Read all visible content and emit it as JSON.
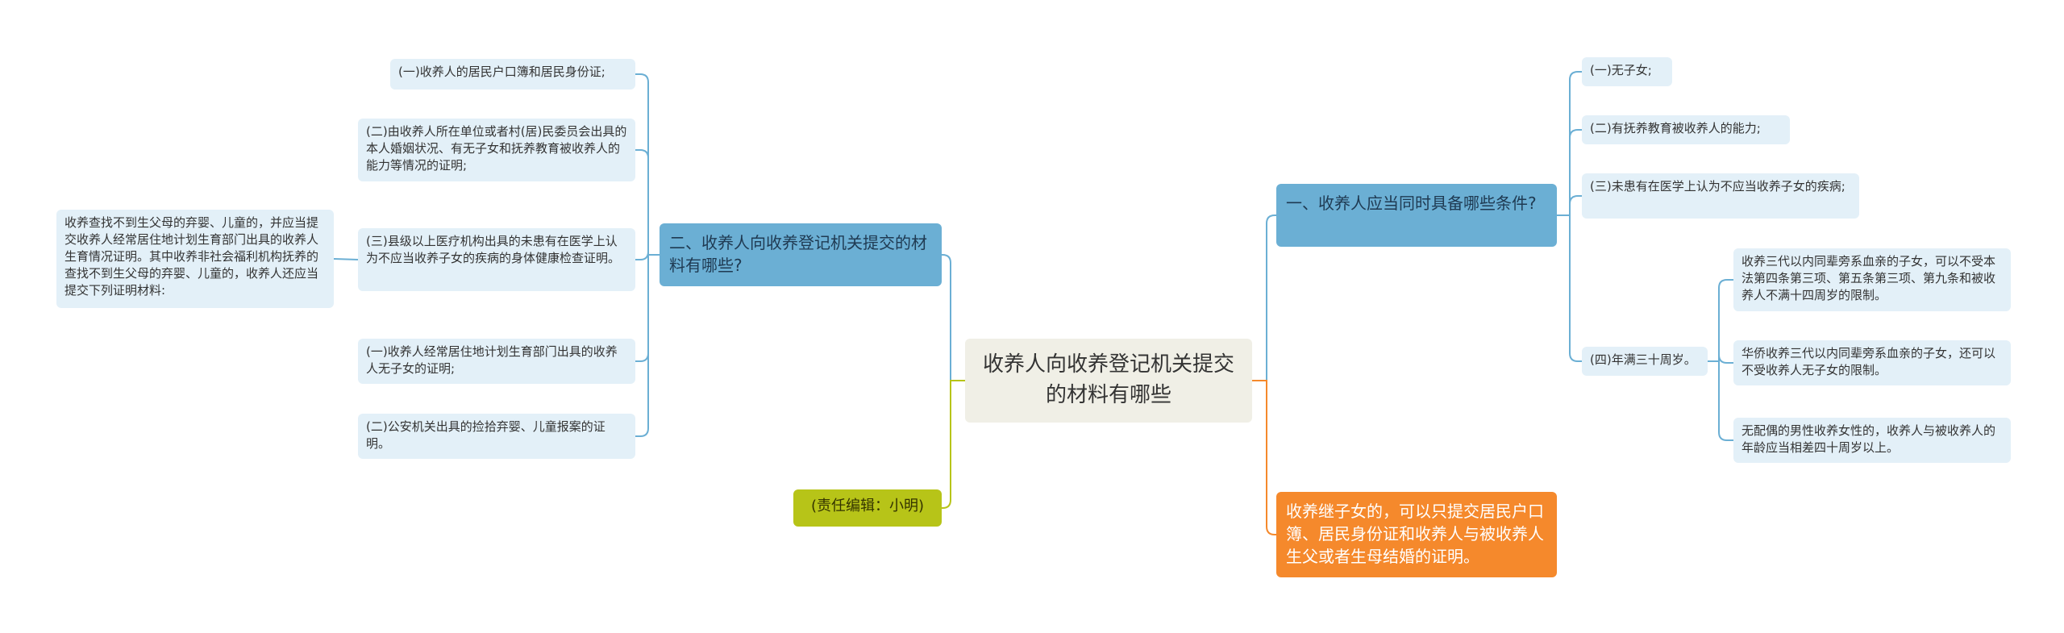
{
  "colors": {
    "blue_branch": "#6bafd4",
    "leaf": "#e3f0f8",
    "orange": "#f5892c",
    "olive": "#b7c418",
    "root": "#f0efe6",
    "line_blue": "#6bafd4",
    "line_orange": "#f5892c",
    "line_olive": "#b7c418"
  },
  "root": {
    "title": "收养人向收养登记机关提交的材料有哪些"
  },
  "left": {
    "branch": {
      "label": "二、收养人向收养登记机关提交的材料有哪些?"
    },
    "items": [
      "(一)收养人的居民户口簿和居民身份证;",
      "(二)由收养人所在单位或者村(居)民委员会出具的本人婚姻状况、有无子女和抚养教育被收养人的能力等情况的证明;",
      "(三)县级以上医疗机构出具的未患有在医学上认为不应当收养子女的疾病的身体健康检查证明。",
      "(一)收养人经常居住地计划生育部门出具的收养人无子女的证明;",
      "(二)公安机关出具的捡拾弃婴、儿童报案的证明。"
    ],
    "note": "收养查找不到生父母的弃婴、儿童的，并应当提交收养人经常居住地计划生育部门出具的收养人生育情况证明。其中收养非社会福利机构抚养的查找不到生父母的弃婴、儿童的，收养人还应当提交下列证明材料:",
    "editor": "(责任编辑：小明)"
  },
  "right": {
    "branch": {
      "label": "一、收养人应当同时具备哪些条件?"
    },
    "items": [
      "(一)无子女;",
      "(二)有抚养教育被收养人的能力;",
      "(三)未患有在医学上认为不应当收养子女的疾病;",
      "(四)年满三十周岁。"
    ],
    "sub_items": [
      "收养三代以内同辈旁系血亲的子女，可以不受本法第四条第三项、第五条第三项、第九条和被收养人不满十四周岁的限制。",
      "华侨收养三代以内同辈旁系血亲的子女，还可以不受收养人无子女的限制。",
      "无配偶的男性收养女性的，收养人与被收养人的年龄应当相差四十周岁以上。"
    ],
    "orange_note": "收养继子女的，可以只提交居民户口簿、居民身份证和收养人与被收养人生父或者生母结婚的证明。"
  }
}
